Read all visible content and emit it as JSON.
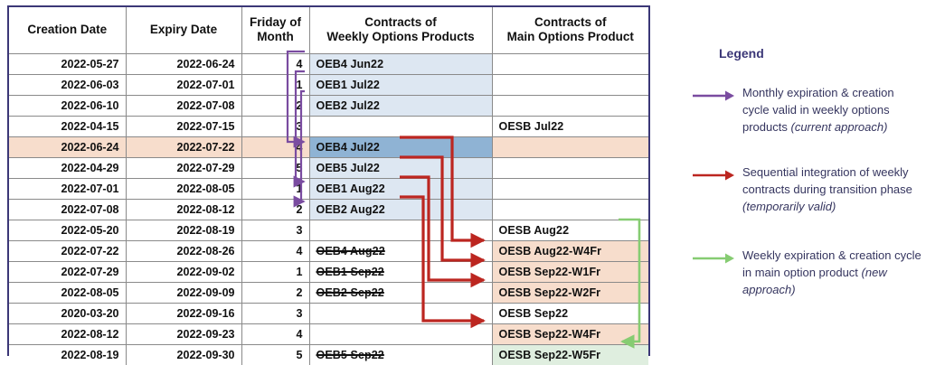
{
  "table": {
    "headers": [
      "Creation Date",
      "Expiry Date",
      "Friday of\nMonth",
      "Contracts of\nWeekly Options Products",
      "Contracts of\nMain Options Product"
    ],
    "headers_flat": {
      "creation_date": "Creation Date",
      "expiry_date": "Expiry Date",
      "friday_of_month_l1": "Friday of",
      "friday_of_month_l2": "Month",
      "weekly_l1": "Contracts of",
      "weekly_l2": "Weekly Options Products",
      "main_l1": "Contracts of",
      "main_l2": "Main Options Product"
    },
    "rows": [
      {
        "creation": "2022-05-27",
        "expiry": "2022-06-24",
        "friday": "4",
        "weekly": "OEB4  Jun22",
        "main": "",
        "weekly_fill": "blue-light",
        "main_fill": "none",
        "row_fill": "none",
        "weekly_struck": false
      },
      {
        "creation": "2022-06-03",
        "expiry": "2022-07-01",
        "friday": "1",
        "weekly": "OEB1  Jul22",
        "main": "",
        "weekly_fill": "blue-light",
        "main_fill": "none",
        "row_fill": "none",
        "weekly_struck": false
      },
      {
        "creation": "2022-06-10",
        "expiry": "2022-07-08",
        "friday": "2",
        "weekly": "OEB2  Jul22",
        "main": "",
        "weekly_fill": "blue-light",
        "main_fill": "none",
        "row_fill": "none",
        "weekly_struck": false
      },
      {
        "creation": "2022-04-15",
        "expiry": "2022-07-15",
        "friday": "3",
        "weekly": "",
        "main": "OESB  Jul22",
        "weekly_fill": "none",
        "main_fill": "none",
        "row_fill": "none",
        "weekly_struck": false
      },
      {
        "creation": "2022-06-24",
        "expiry": "2022-07-22",
        "friday": "4",
        "weekly": "OEB4  Jul22",
        "main": "",
        "weekly_fill": "blue-dark",
        "main_fill": "peach",
        "row_fill": "peach",
        "weekly_struck": false
      },
      {
        "creation": "2022-04-29",
        "expiry": "2022-07-29",
        "friday": "5",
        "weekly": "OEB5  Jul22",
        "main": "",
        "weekly_fill": "blue-light",
        "main_fill": "none",
        "row_fill": "none",
        "weekly_struck": false
      },
      {
        "creation": "2022-07-01",
        "expiry": "2022-08-05",
        "friday": "1",
        "weekly": "OEB1  Aug22",
        "main": "",
        "weekly_fill": "blue-light",
        "main_fill": "none",
        "row_fill": "none",
        "weekly_struck": false
      },
      {
        "creation": "2022-07-08",
        "expiry": "2022-08-12",
        "friday": "2",
        "weekly": "OEB2  Aug22",
        "main": "",
        "weekly_fill": "blue-light",
        "main_fill": "none",
        "row_fill": "none",
        "weekly_struck": false
      },
      {
        "creation": "2022-05-20",
        "expiry": "2022-08-19",
        "friday": "3",
        "weekly": "",
        "main": "OESB  Aug22",
        "weekly_fill": "none",
        "main_fill": "none",
        "row_fill": "none",
        "weekly_struck": false
      },
      {
        "creation": "2022-07-22",
        "expiry": "2022-08-26",
        "friday": "4",
        "weekly": "OEB4  Aug22",
        "main": "OESB  Aug22-W4Fr",
        "weekly_fill": "none",
        "main_fill": "peach",
        "row_fill": "none",
        "weekly_struck": true
      },
      {
        "creation": "2022-07-29",
        "expiry": "2022-09-02",
        "friday": "1",
        "weekly": "OEB1  Sep22",
        "main": "OESB  Sep22-W1Fr",
        "weekly_fill": "none",
        "main_fill": "peach",
        "row_fill": "none",
        "weekly_struck": true
      },
      {
        "creation": "2022-08-05",
        "expiry": "2022-09-09",
        "friday": "2",
        "weekly": "OEB2  Sep22",
        "main": "OESB  Sep22-W2Fr",
        "weekly_fill": "none",
        "main_fill": "peach",
        "row_fill": "none",
        "weekly_struck": true
      },
      {
        "creation": "2020-03-20",
        "expiry": "2022-09-16",
        "friday": "3",
        "weekly": "",
        "main": "OESB  Sep22",
        "weekly_fill": "none",
        "main_fill": "none",
        "row_fill": "none",
        "weekly_struck": false
      },
      {
        "creation": "2022-08-12",
        "expiry": "2022-09-23",
        "friday": "4",
        "weekly": "",
        "main": "OESB  Sep22-W4Fr",
        "weekly_fill": "none",
        "main_fill": "peach",
        "row_fill": "none",
        "weekly_struck": false
      },
      {
        "creation": "2022-08-19",
        "expiry": "2022-09-30",
        "friday": "5",
        "weekly": "OEB5  Sep22",
        "main": "OESB  Sep22-W5Fr",
        "weekly_fill": "none",
        "main_fill": "green",
        "row_fill": "none",
        "weekly_struck": true
      }
    ]
  },
  "legend": {
    "title": "Legend",
    "items": [
      {
        "arrow_name": "purple-arrow-icon",
        "color": "#7a4ca0",
        "text": "Monthly expiration & creation cycle valid in weekly options products ",
        "emphasis": "(current approach)"
      },
      {
        "arrow_name": "red-arrow-icon",
        "color": "#bc2620",
        "text": "Sequential integration of weekly contracts during transition phase ",
        "emphasis": "(temporarily valid)"
      },
      {
        "arrow_name": "green-arrow-icon",
        "color": "#86cc72",
        "text": "Weekly expiration & creation cycle in main option product ",
        "emphasis": "(new approach)"
      }
    ]
  },
  "colors": {
    "border_outer": "#3b3777",
    "border_grid": "#8a8a8a",
    "blue_light": "#dde7f2",
    "blue_dark": "#8fb3d4",
    "peach": "#f7ddcc",
    "green": "#dfeedf",
    "purple_arrow": "#7a4ca0",
    "red_arrow": "#bc2620",
    "green_arrow": "#86cc72",
    "legend_text": "#35355f"
  }
}
